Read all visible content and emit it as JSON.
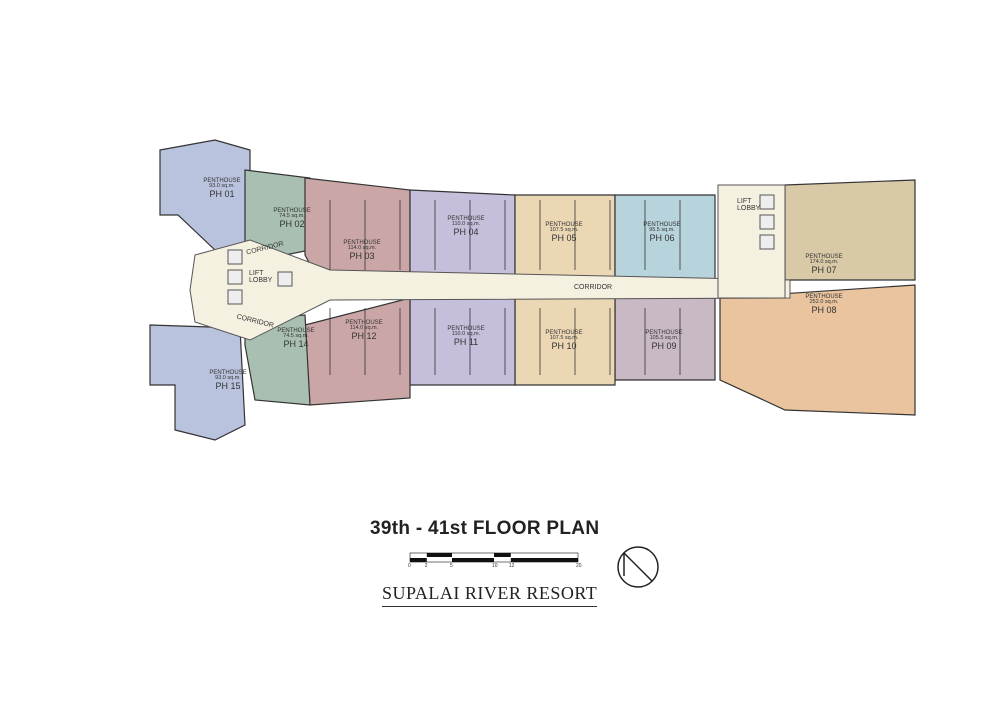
{
  "plan": {
    "title": "39th - 41st FLOOR PLAN",
    "project": "SUPALAI RIVER RESORT",
    "scale_ticks": [
      "0",
      "2",
      "5",
      "10",
      "12",
      "20"
    ],
    "corridor_label": "CORRIDOR",
    "lift_lobby_label": "LIFT LOBBY",
    "units": [
      {
        "type": "PENTHOUSE",
        "area": "93.0 sq.m.",
        "name": "PH 01",
        "color": "#b9c3de"
      },
      {
        "type": "PENTHOUSE",
        "area": "74.5 sq.m.",
        "name": "PH 02",
        "color": "#a9bfb2"
      },
      {
        "type": "PENTHOUSE",
        "area": "114.0 sq.m.",
        "name": "PH 03",
        "color": "#caa7a6"
      },
      {
        "type": "PENTHOUSE",
        "area": "110.0 sq.m.",
        "name": "PH 04",
        "color": "#c6bfdb"
      },
      {
        "type": "PENTHOUSE",
        "area": "107.5 sq.m.",
        "name": "PH 05",
        "color": "#ecd7b5"
      },
      {
        "type": "PENTHOUSE",
        "area": "95.5 sq.m.",
        "name": "PH 06",
        "color": "#b7d3dc"
      },
      {
        "type": "PENTHOUSE",
        "area": "174.0 sq.m.",
        "name": "PH 07",
        "color": "#d9caa7"
      },
      {
        "type": "PENTHOUSE",
        "area": "252.0 sq.m.",
        "name": "PH 08",
        "color": "#e9c49f"
      },
      {
        "type": "PENTHOUSE",
        "area": "105.5 sq.m.",
        "name": "PH 09",
        "color": "#c8b9c4"
      },
      {
        "type": "PENTHOUSE",
        "area": "107.5 sq.m.",
        "name": "PH 10",
        "color": "#ecd7b5"
      },
      {
        "type": "PENTHOUSE",
        "area": "110.0 sq.m.",
        "name": "PH 11",
        "color": "#c6bfdb"
      },
      {
        "type": "PENTHOUSE",
        "area": "114.0 sq.m.",
        "name": "PH 12",
        "color": "#caa7a6"
      },
      {
        "type": "PENTHOUSE",
        "area": "74.5 sq.m.",
        "name": "PH 14",
        "color": "#a9bfb2"
      },
      {
        "type": "PENTHOUSE",
        "area": "93.0 sq.m.",
        "name": "PH 15",
        "color": "#b9c3de"
      }
    ]
  }
}
